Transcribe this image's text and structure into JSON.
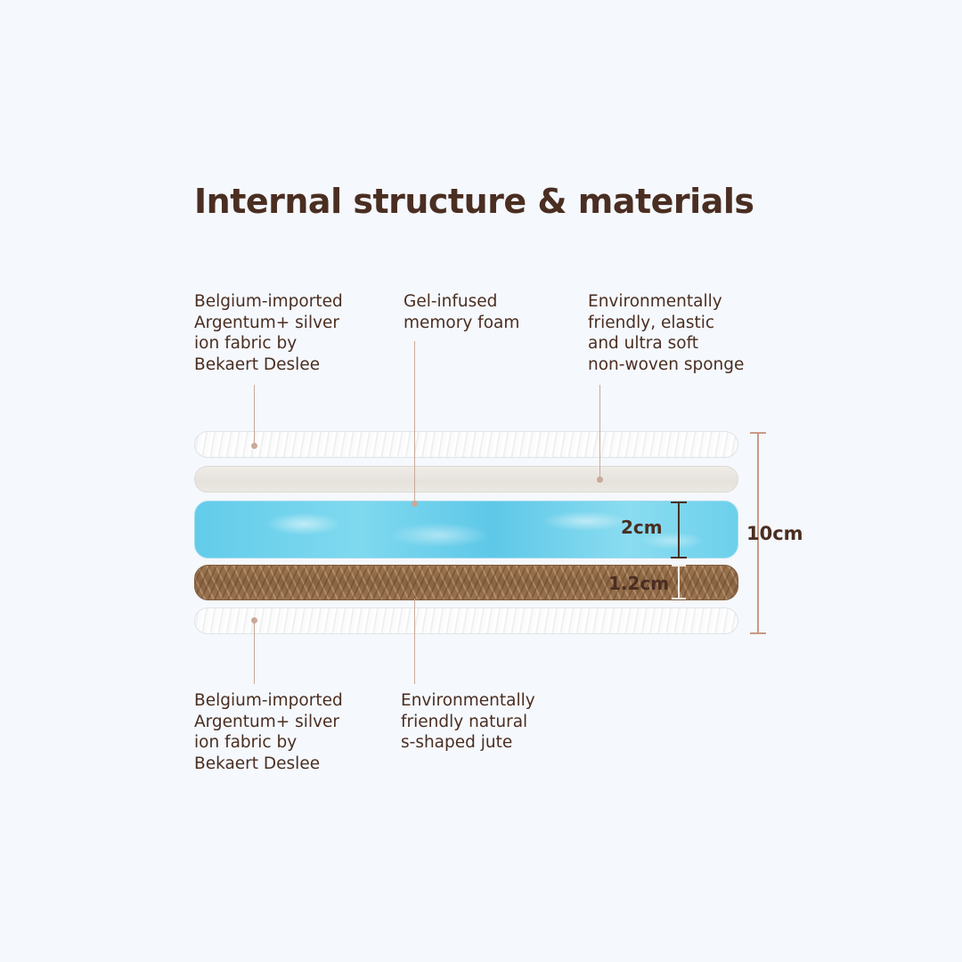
{
  "title": "Internal structure & materials",
  "labels": {
    "top_left": "Belgium-imported\nArgentum+ silver\nion fabric by\nBekaert Deslee",
    "top_middle": "Gel-infused\nmemory foam",
    "top_right": "Environmentally\nfriendly, elastic\nand ultra soft\nnon-woven sponge",
    "bottom_left": "Belgium-imported\nArgentum+ silver\nion fabric by\nBekaert Deslee",
    "bottom_middle": "Environmentally\nfriendly natural\ns-shaped jute"
  },
  "dimensions": {
    "gel_thickness": "2cm",
    "jute_thickness": "1.2cm",
    "total_thickness": "10cm"
  },
  "colors": {
    "text": "#4a2e22",
    "leader": "#c9a99a",
    "gel": "#62ccea",
    "jute": "#8a6442",
    "background": "#f5f8fc"
  }
}
